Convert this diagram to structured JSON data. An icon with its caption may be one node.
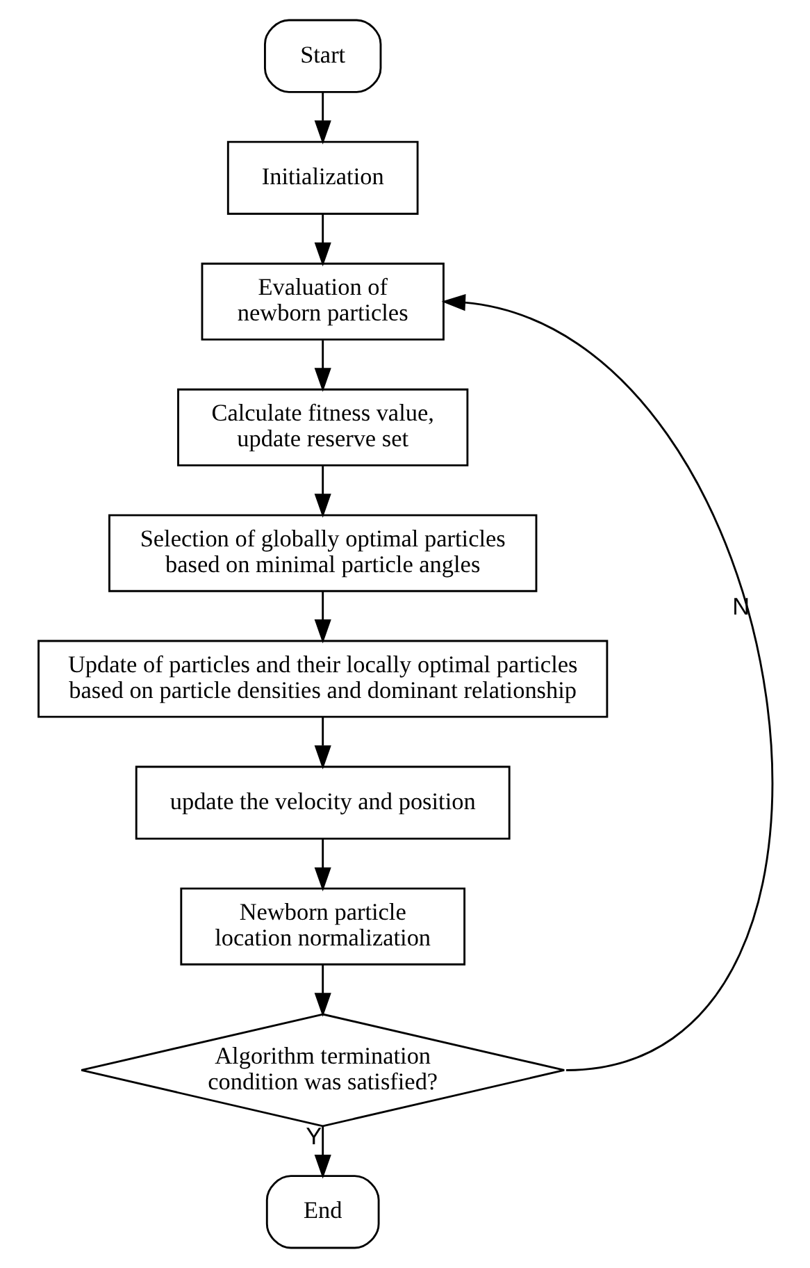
{
  "diagram": {
    "nodes": [
      {
        "text": [
          "Start"
        ]
      },
      {
        "text": [
          "Initialization"
        ]
      },
      {
        "text": [
          "Evaluation of newborn particles"
        ]
      },
      {
        "text": [
          "Calculate fitness value, update reserve set"
        ]
      },
      {
        "text": [
          "Selection of globally optimal particles based on minimal particle angles"
        ]
      },
      {
        "text": [
          "Update of particles and their locally optimal particles based on particle densities and dominant relationship"
        ]
      },
      {
        "text": [
          "update the velocity and position"
        ]
      },
      {
        "text": [
          "Newborn particle location normalization"
        ]
      },
      {
        "text": [
          "Algorithm termination condition was satisfied?"
        ]
      },
      {
        "text": [
          "End"
        ]
      }
    ],
    "edges": [
      {
        "from": 0,
        "to": 1,
        "arrow": "to"
      },
      {
        "from": 1,
        "to": 2,
        "arrow": "to"
      },
      {
        "from": 2,
        "to": 3,
        "arrow": "to"
      },
      {
        "from": 3,
        "to": 4,
        "arrow": "to"
      },
      {
        "from": 4,
        "to": 5,
        "arrow": "to"
      },
      {
        "from": 5,
        "to": 6,
        "arrow": "to"
      },
      {
        "from": 6,
        "to": 7,
        "arrow": "to"
      },
      {
        "from": 7,
        "to": 8,
        "arrow": "to"
      },
      {
        "from": 8,
        "to": 9,
        "label": "Y",
        "arrow": "to"
      },
      {
        "from": 8,
        "to": 2,
        "label": "N",
        "arrow": "to"
      }
    ]
  }
}
